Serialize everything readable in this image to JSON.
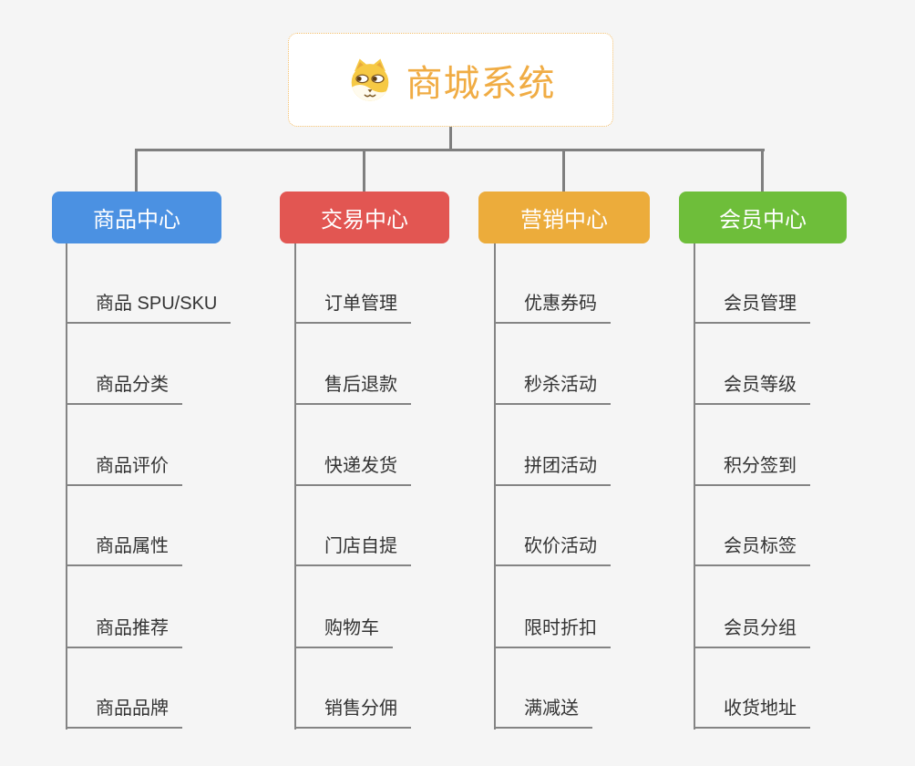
{
  "root": {
    "title": "商城系统",
    "icon": "dog-face-icon",
    "title_color": "#F0AC44",
    "border_color": "#F2BE6B",
    "background": "#FFFFFF"
  },
  "branches": [
    {
      "label": "商品中心",
      "color": "#4B91E2",
      "children": [
        "商品 SPU/SKU",
        "商品分类",
        "商品评价",
        "商品属性",
        "商品推荐",
        "商品品牌"
      ]
    },
    {
      "label": "交易中心",
      "color": "#E25652",
      "children": [
        "订单管理",
        "售后退款",
        "快递发货",
        "门店自提",
        "购物车",
        "销售分佣"
      ]
    },
    {
      "label": "营销中心",
      "color": "#ECAC3B",
      "children": [
        "优惠券码",
        "秒杀活动",
        "拼团活动",
        "砍价活动",
        "限时折扣",
        "满减送"
      ]
    },
    {
      "label": "会员中心",
      "color": "#6EBE3A",
      "children": [
        "会员管理",
        "会员等级",
        "积分签到",
        "会员标签",
        "会员分组",
        "收货地址"
      ]
    }
  ],
  "style": {
    "connector_color": "#7F7F7F",
    "leaf_line_color": "#848484",
    "leaf_text_color": "#333333",
    "page_background": "#F5F5F5"
  }
}
